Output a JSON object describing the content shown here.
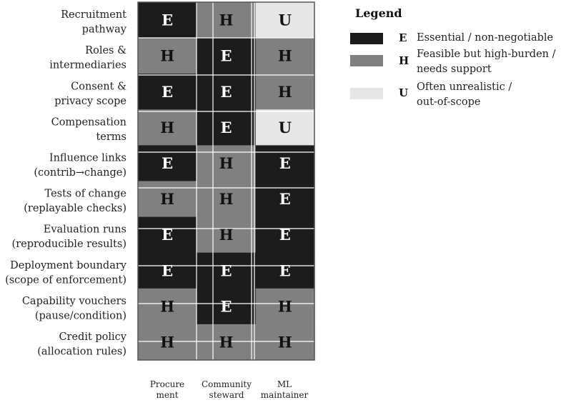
{
  "chart_data": {
    "type": "heatmap",
    "rows": [
      [
        "Recruitment",
        "pathway"
      ],
      [
        "Roles &",
        "intermediaries"
      ],
      [
        "Consent &",
        "privacy scope"
      ],
      [
        "Compensation",
        "terms"
      ],
      [
        "Influence links",
        "(contrib→change)"
      ],
      [
        "Tests of change",
        "(replayable checks)"
      ],
      [
        "Evaluation runs",
        "(reproducible results)"
      ],
      [
        "Deployment boundary",
        "(scope of enforcement)"
      ],
      [
        "Capability vouchers",
        "(pause/condition)"
      ],
      [
        "Credit policy",
        "(allocation rules)"
      ]
    ],
    "columns": [
      [
        "Procure",
        "ment"
      ],
      [
        "Community",
        "steward"
      ],
      [
        "ML",
        "maintainer"
      ]
    ],
    "values": [
      [
        "E",
        "H",
        "U"
      ],
      [
        "H",
        "E",
        "H"
      ],
      [
        "E",
        "E",
        "H"
      ],
      [
        "H",
        "E",
        "U"
      ],
      [
        "E",
        "H",
        "E"
      ],
      [
        "H",
        "H",
        "E"
      ],
      [
        "E",
        "H",
        "E"
      ],
      [
        "E",
        "E",
        "E"
      ],
      [
        "H",
        "E",
        "H"
      ],
      [
        "H",
        "H",
        "H"
      ]
    ],
    "legend": {
      "title": "Legend",
      "entries": [
        {
          "key": "E",
          "lines": [
            "Essential / non-negotiable"
          ],
          "color": "#1c1c1c"
        },
        {
          "key": "H",
          "lines": [
            "Feasible but high-burden /",
            "needs support"
          ],
          "color": "#808080"
        },
        {
          "key": "U",
          "lines": [
            "Often unrealistic /",
            "out-of-scope"
          ],
          "color": "#e6e6e6"
        }
      ]
    },
    "text_colors": {
      "E": "#ffffff",
      "H": "#111111",
      "U": "#111111"
    },
    "gridline_color": "#ffffff",
    "border_color": "#555555"
  }
}
